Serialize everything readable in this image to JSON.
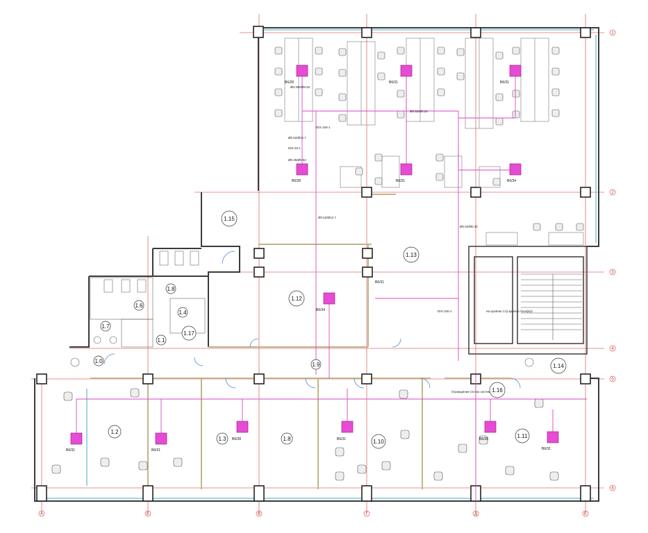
{
  "rooms": [
    {
      "id": "r115",
      "label": "1.15"
    },
    {
      "id": "r113",
      "label": "1.13"
    },
    {
      "id": "r112",
      "label": "1.12"
    },
    {
      "id": "r19",
      "label": "1.9"
    },
    {
      "id": "r16",
      "label": "1.6"
    },
    {
      "id": "r17",
      "label": "1.7"
    },
    {
      "id": "r14",
      "label": "1.4"
    },
    {
      "id": "r117",
      "label": "1.17"
    },
    {
      "id": "r11",
      "label": "1.1"
    },
    {
      "id": "r10",
      "label": "1.0"
    },
    {
      "id": "r18",
      "label": "1.8"
    },
    {
      "id": "r114",
      "label": "1.14"
    },
    {
      "id": "r116",
      "label": "1.16"
    },
    {
      "id": "r12",
      "label": "1.2"
    },
    {
      "id": "r13",
      "label": "1.3"
    },
    {
      "id": "r1_8b",
      "label": "1.8"
    },
    {
      "id": "r110",
      "label": "1.10"
    },
    {
      "id": "r111",
      "label": "1.11"
    }
  ],
  "diffuser_tags": [
    "В6/28",
    "В6/31",
    "В6/31",
    "В6/28",
    "В6/31",
    "В6/34",
    "В6/34",
    "В6/31",
    "В6/31",
    "В6/28",
    "В6/31",
    "В6/28",
    "В6/31",
    "В6/31"
  ],
  "duct_labels": [
    "Ø0.355/Ø0.52",
    "Ø0.52/Ø0.22",
    "Ø0.52/Ø12.7",
    "DIS-100-1",
    "DIS-32-1",
    "Ø0.35/Ø0.52",
    "Ø0.52/Ø12.7",
    "DIS-100-1",
    "Ø0.52/Ø0.30"
  ],
  "annotations": {
    "stair_note": "На кровлю\nСтр.кровлю блок(6)3",
    "corridor_note": "Ограждение (лоток системы)"
  },
  "axis_markers_right": [
    "1",
    "2",
    "3",
    "4",
    "5",
    "6"
  ],
  "axis_markers_bottom": [
    "А",
    "Б",
    "В",
    "Г",
    "Д",
    "Е"
  ],
  "colors": {
    "wall": "#3a3a3a",
    "duct": "#d946c0",
    "diffuser": "#e64bd4",
    "axis": "#e06b6b",
    "partition": "#c2b48a",
    "window": "#7fc7d8"
  }
}
